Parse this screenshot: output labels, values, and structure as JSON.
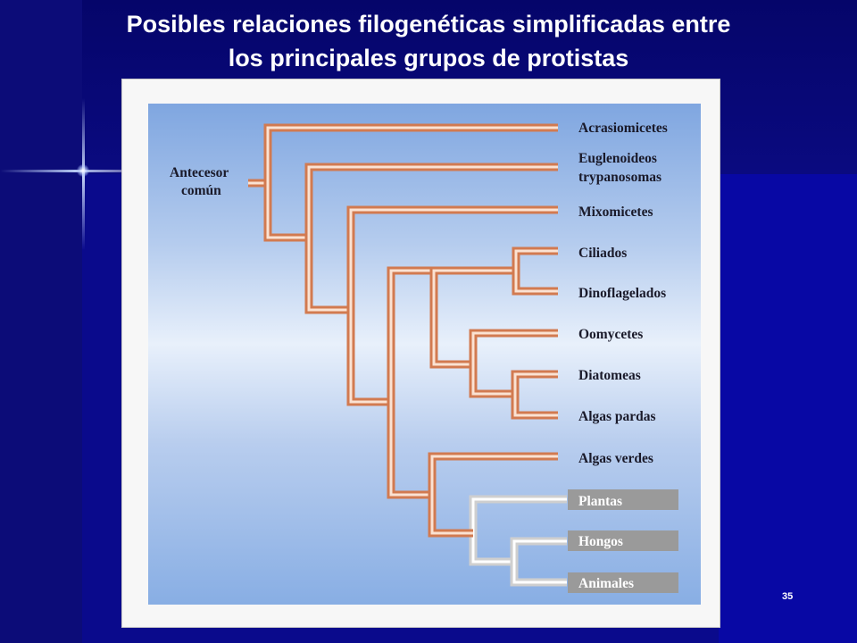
{
  "title": {
    "line1": "Posibles relaciones filogenéticas simplificadas entre",
    "line2": "los principales grupos de protistas"
  },
  "diagram": {
    "root_label_line1": "Antecesor",
    "root_label_line2": "común",
    "taxa": [
      {
        "id": "acrasiomicetes",
        "label": "Acrasiomicetes"
      },
      {
        "id": "euglenoideos",
        "label": "Euglenoideos",
        "label2": "trypanosomas"
      },
      {
        "id": "mixomicetes",
        "label": "Mixomicetes"
      },
      {
        "id": "ciliados",
        "label": "Ciliados"
      },
      {
        "id": "dinoflagelados",
        "label": "Dinoflagelados"
      },
      {
        "id": "oomycetes",
        "label": "Oomycetes"
      },
      {
        "id": "diatomeas",
        "label": "Diatomeas"
      },
      {
        "id": "algas-pardas",
        "label": "Algas pardas"
      },
      {
        "id": "algas-verdes",
        "label": "Algas verdes"
      },
      {
        "id": "plantas",
        "label": "Plantas",
        "boxed": true
      },
      {
        "id": "hongos",
        "label": "Hongos",
        "boxed": true
      },
      {
        "id": "animales",
        "label": "Animales",
        "boxed": true
      }
    ],
    "colors": {
      "branch": "#d27a50",
      "branch_highlight": "#fbe2d2",
      "branch_grey": "#cfcfcf",
      "branch_grey_highlight": "#ffffff",
      "box_fill": "#9a9a9a"
    }
  },
  "page_number": "35"
}
